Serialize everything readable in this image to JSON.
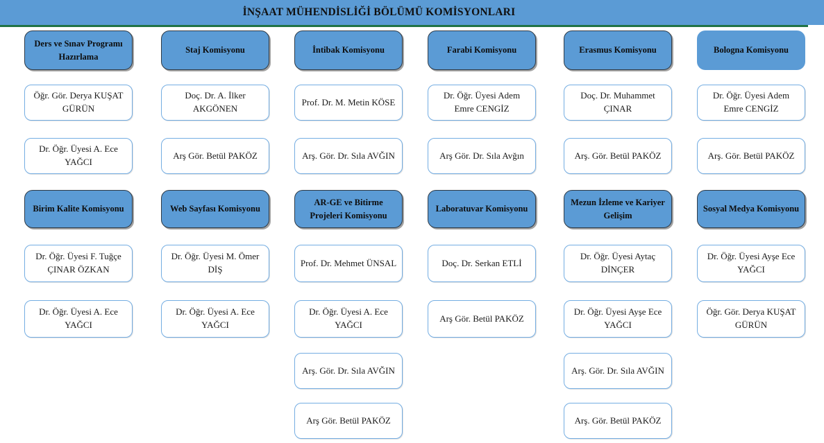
{
  "title": "İNŞAAT MÜHENDİSLİĞİ BÖLÜMÜ KOMİSYONLARI",
  "colors": {
    "header_fill": "#5b9bd5",
    "title_bar_fill": "#5b9bd5",
    "divider_green": "#217346",
    "member_box_border": "#74ade2",
    "header_box_border": "#2e3a46",
    "text": "#111111"
  },
  "columns": [
    {
      "sections": [
        {
          "title": "Ders ve Sınav Programı Hazırlama",
          "members": [
            "Öğr. Gör. Derya KUŞAT GÜRÜN",
            "Dr. Öğr. Üyesi A. Ece YAĞCI"
          ]
        },
        {
          "title": "Birim Kalite Komisyonu",
          "members": [
            "Dr. Öğr. Üyesi F. Tuğçe ÇINAR ÖZKAN",
            "Dr. Öğr. Üyesi A. Ece YAĞCI"
          ]
        }
      ]
    },
    {
      "sections": [
        {
          "title": "Staj Komisyonu",
          "members": [
            "Doç. Dr. A. İlker AKGÖNEN",
            "Arş Gör. Betül PAKÖZ"
          ]
        },
        {
          "title": "Web Sayfası Komisyonu",
          "members": [
            "Dr. Öğr. Üyesi M. Ömer DİŞ",
            "Dr. Öğr. Üyesi A. Ece YAĞCI"
          ]
        }
      ]
    },
    {
      "sections": [
        {
          "title": "İntibak Komisyonu",
          "members": [
            "Prof. Dr. M. Metin KÖSE",
            "Arş. Gör. Dr. Sıla AVĞIN"
          ]
        },
        {
          "title": "AR-GE ve Bitirme Projeleri Komisyonu",
          "members": [
            "Prof. Dr. Mehmet ÜNSAL",
            "Dr. Öğr. Üyesi A. Ece YAĞCI",
            "Arş. Gör. Dr. Sıla AVĞIN",
            "Arş Gör. Betül PAKÖZ"
          ]
        }
      ]
    },
    {
      "sections": [
        {
          "title": "Farabi Komisyonu",
          "members": [
            "Dr. Öğr. Üyesi Adem Emre CENGİZ",
            "Arş Gör. Dr. Sıla Avğın"
          ]
        },
        {
          "title": "Laboratuvar Komisyonu",
          "members": [
            "Doç. Dr. Serkan ETLİ",
            "Arş Gör. Betül PAKÖZ"
          ]
        }
      ]
    },
    {
      "sections": [
        {
          "title": "Erasmus Komisyonu",
          "members": [
            "Doç. Dr. Muhammet ÇINAR",
            "Arş. Gör. Betül PAKÖZ"
          ]
        },
        {
          "title": "Mezun İzleme ve Kariyer Gelişim",
          "members": [
            "Dr. Öğr. Üyesi Aytaç DİNÇER",
            "Dr. Öğr. Üyesi Ayşe Ece YAĞCI",
            "Arş. Gör. Dr. Sıla AVĞIN",
            "Arş. Gör. Betül PAKÖZ"
          ]
        }
      ]
    },
    {
      "sections": [
        {
          "title": "Bologna Komisyonu",
          "borderless": true,
          "members": [
            "Dr. Öğr. Üyesi Adem Emre CENGİZ",
            "Arş. Gör. Betül PAKÖZ"
          ]
        },
        {
          "title": "Sosyal Medya Komisyonu",
          "members": [
            "Dr. Öğr. Üyesi Ayşe Ece YAĞCI",
            "Öğr. Gör. Derya KUŞAT GÜRÜN"
          ]
        }
      ]
    }
  ]
}
